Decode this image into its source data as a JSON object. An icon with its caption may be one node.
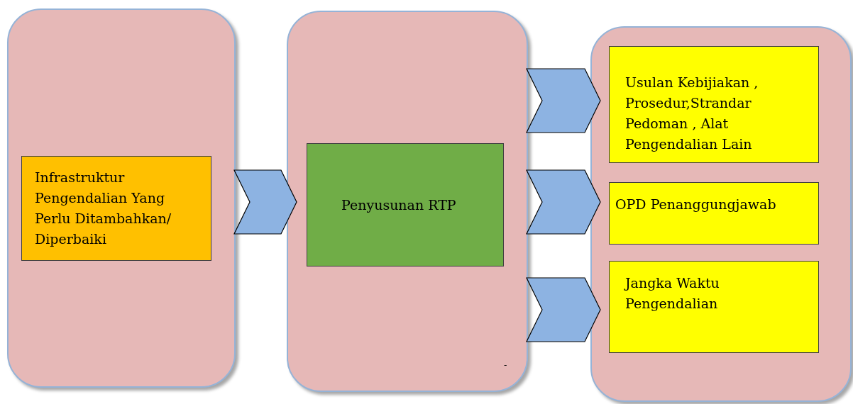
{
  "diagram": {
    "nodes": [
      {
        "text": [],
        "shape": "box"
      },
      {
        "text": [],
        "shape": "box"
      },
      {
        "text": [],
        "shape": "box"
      },
      {
        "text": [
          "Infrastruktur Pengendalian Yang Perlu Ditambahkan/ Diperbaiki"
        ],
        "in": 0
      },
      {
        "text": [
          "Penyusunan RTP"
        ],
        "in": 1
      },
      {
        "text": [
          "Usulan Kebijiakan , Prosedur,Strandar Pedoman , Alat Pengendalian Lain"
        ],
        "in": 2
      },
      {
        "text": [
          "OPD Penanggungjawab"
        ],
        "in": 2
      },
      {
        "text": [
          "Jangka Waktu Pengendalian"
        ],
        "in": 2
      }
    ],
    "edges": [
      {
        "from": 0,
        "to": 1,
        "arrow": "to"
      },
      {
        "from": 1,
        "to": 5,
        "arrow": "to"
      },
      {
        "from": 1,
        "to": 6,
        "arrow": "to"
      },
      {
        "from": 1,
        "to": 7,
        "arrow": "to"
      }
    ],
    "labels": [
      "-"
    ]
  }
}
